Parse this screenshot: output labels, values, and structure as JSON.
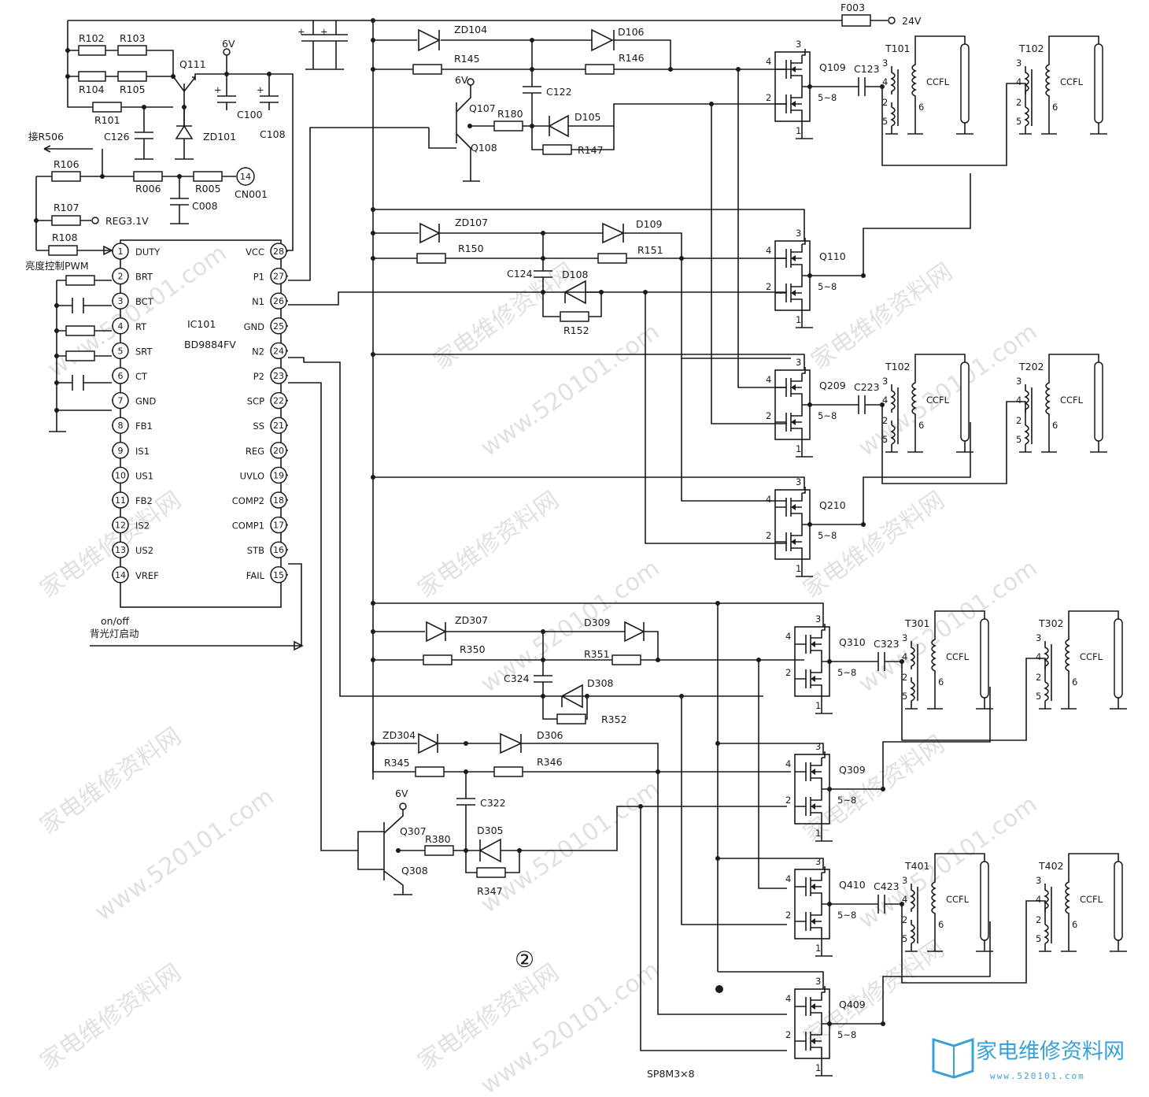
{
  "power": {
    "fuse": "F003",
    "supply": "24V",
    "v6": "6V"
  },
  "watermark": {
    "text1": "家电维修资料网",
    "text2": "www.520101.com"
  },
  "logo": {
    "title": "家电维修资料网",
    "url": "www.520101.com"
  },
  "ic": {
    "name": "IC101",
    "part": "BD9884FV",
    "left_pins": [
      {
        "num": "1",
        "label": "DUTY"
      },
      {
        "num": "2",
        "label": "BRT"
      },
      {
        "num": "3",
        "label": "BCT"
      },
      {
        "num": "4",
        "label": "RT"
      },
      {
        "num": "5",
        "label": "SRT"
      },
      {
        "num": "6",
        "label": "CT"
      },
      {
        "num": "7",
        "label": "GND"
      },
      {
        "num": "8",
        "label": "FB1"
      },
      {
        "num": "9",
        "label": "IS1"
      },
      {
        "num": "10",
        "label": "US1"
      },
      {
        "num": "11",
        "label": "FB2"
      },
      {
        "num": "12",
        "label": "IS2"
      },
      {
        "num": "13",
        "label": "US2"
      },
      {
        "num": "14",
        "label": "VREF"
      }
    ],
    "right_pins": [
      {
        "num": "28",
        "label": "VCC"
      },
      {
        "num": "27",
        "label": "P1"
      },
      {
        "num": "26",
        "label": "N1"
      },
      {
        "num": "25",
        "label": "GND"
      },
      {
        "num": "24",
        "label": "N2"
      },
      {
        "num": "23",
        "label": "P2"
      },
      {
        "num": "22",
        "label": "SCP"
      },
      {
        "num": "21",
        "label": "SS"
      },
      {
        "num": "20",
        "label": "REG"
      },
      {
        "num": "19",
        "label": "UVLO"
      },
      {
        "num": "18",
        "label": "COMP2"
      },
      {
        "num": "17",
        "label": "COMP1"
      },
      {
        "num": "16",
        "label": "STB"
      },
      {
        "num": "15",
        "label": "FAIL"
      }
    ]
  },
  "labels": {
    "r506": "接R506",
    "reg": "REG3.1V",
    "cn": "14",
    "cn_name": "CN001",
    "pwm": "亮度控制PWM",
    "onoff1": "on/off",
    "onoff2": "背光灯启动",
    "circle2": "②",
    "mosfet_note": "SP8M3×8",
    "ccfl": "CCFL"
  },
  "components": {
    "R102": "R102",
    "R103": "R103",
    "R104": "R104",
    "R105": "R105",
    "R101": "R101",
    "Q111": "Q111",
    "C126": "C126",
    "ZD101": "ZD101",
    "C100": "C100",
    "C108": "C108",
    "R106": "R106",
    "R006": "R006",
    "R005": "R005",
    "C008": "C008",
    "R107": "R107",
    "R108": "R108",
    "ZD104": "ZD104",
    "D106": "D106",
    "R145": "R145",
    "R146": "R146",
    "C122": "C122",
    "Q107": "Q107",
    "Q108": "Q108",
    "R180": "R180",
    "D105": "D105",
    "R147": "R147",
    "ZD107": "ZD107",
    "D109": "D109",
    "R150": "R150",
    "R151": "R151",
    "C124": "C124",
    "D108": "D108",
    "R152": "R152",
    "ZD307": "ZD307",
    "D309": "D309",
    "R350": "R350",
    "R351": "R351",
    "C324": "C324",
    "D308": "D308",
    "R352": "R352",
    "ZD304": "ZD304",
    "D306": "D306",
    "R345": "R345",
    "R346": "R346",
    "C322": "C322",
    "Q307": "Q307",
    "Q308": "Q308",
    "R380": "R380",
    "D305": "D305",
    "R347": "R347"
  },
  "mosfets": [
    {
      "name": "Q109",
      "cap": "C123",
      "t1": "T101",
      "t2": "T102"
    },
    {
      "name": "Q110"
    },
    {
      "name": "Q209",
      "cap": "C223",
      "t1": "T102",
      "t2": "T202"
    },
    {
      "name": "Q210"
    },
    {
      "name": "Q310",
      "cap": "C323",
      "t1": "T301",
      "t2": "T302"
    },
    {
      "name": "Q309"
    },
    {
      "name": "Q410",
      "cap": "C423",
      "t1": "T401",
      "t2": "T402"
    },
    {
      "name": "Q409"
    }
  ],
  "mosfet_pins": {
    "p1": "1",
    "p2": "2",
    "p3": "3",
    "p4": "4",
    "p58": "5~8"
  },
  "xfmr_pins": {
    "p2": "2",
    "p3": "3",
    "p4": "4",
    "p5": "5",
    "p6": "6"
  }
}
